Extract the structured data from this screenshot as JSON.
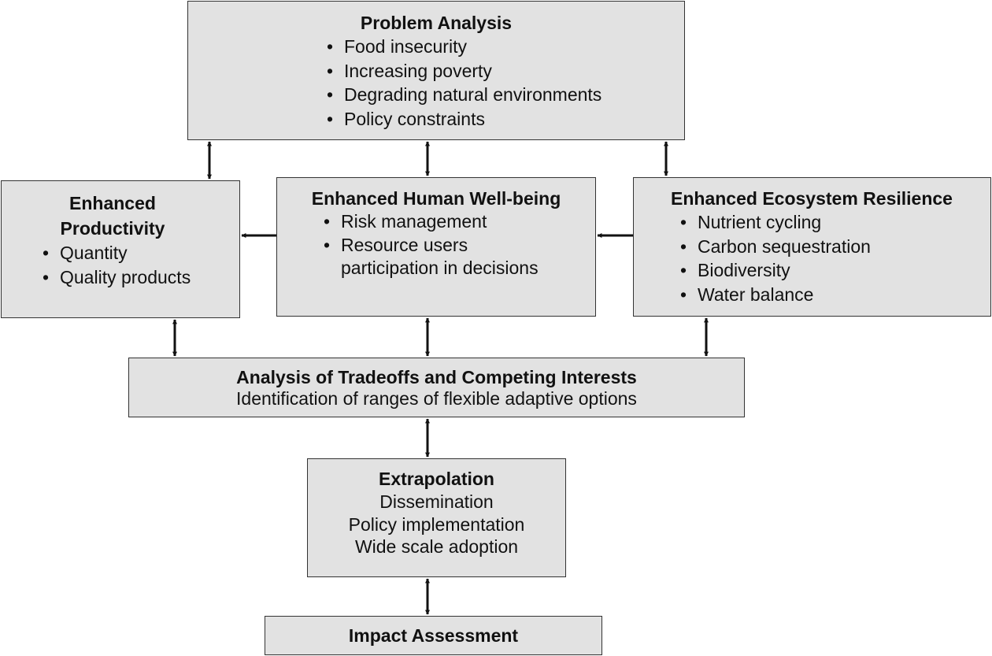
{
  "problem": {
    "title": "Problem Analysis",
    "items": [
      "Food insecurity",
      "Increasing poverty",
      "Degrading natural environments",
      "Policy constraints"
    ]
  },
  "productivity": {
    "title_line1": "Enhanced",
    "title_line2": "Productivity",
    "items": [
      "Quantity",
      "Quality products"
    ]
  },
  "wellbeing": {
    "title": "Enhanced Human Well-being",
    "items": [
      "Risk management",
      "Resource users"
    ],
    "continuation": "participation in decisions"
  },
  "resilience": {
    "title": "Enhanced Ecosystem Resilience",
    "items": [
      "Nutrient cycling",
      "Carbon sequestration",
      "Biodiversity",
      "Water balance"
    ]
  },
  "tradeoffs": {
    "title": "Analysis of Tradeoffs and Competing Interests",
    "subtitle": "Identification of ranges of flexible adaptive options"
  },
  "extrapolation": {
    "title": "Extrapolation",
    "lines": [
      "Dissemination",
      "Policy implementation",
      "Wide scale adoption"
    ]
  },
  "impact": {
    "title": "Impact Assessment"
  },
  "colors": {
    "box_fill": "#e2e2e2",
    "border": "#333333",
    "arrow": "#111111"
  }
}
